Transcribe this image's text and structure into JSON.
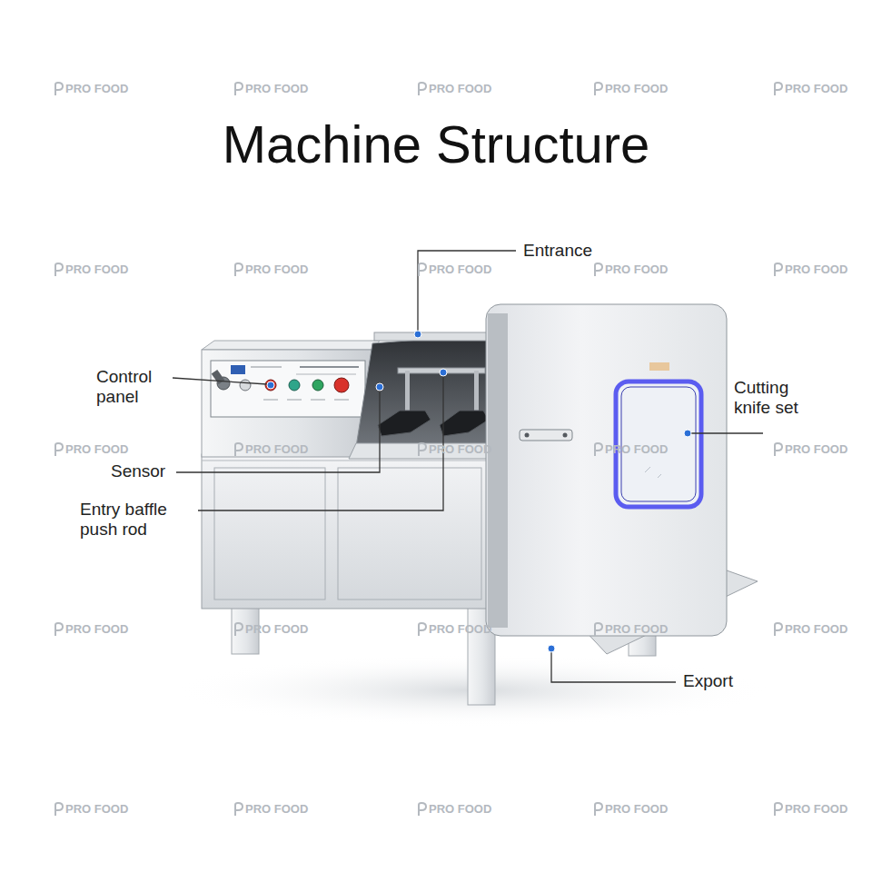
{
  "diagram": {
    "title": "Machine Structure",
    "labels": [
      "Entrance",
      "Control panel",
      "Sensor",
      "Entry baffle push rod",
      "Cutting knife set",
      "Export",
      "PRO FOOD",
      "PRO FOOD",
      "PRO FOOD",
      "PRO FOOD",
      "PRO FOOD",
      "PRO FOOD",
      "PRO FOOD",
      "PRO FOOD",
      "PRO FOOD",
      "PRO FOOD",
      "PRO FOOD",
      "PRO FOOD",
      "PRO FOOD",
      "PRO FOOD",
      "PRO FOOD",
      "PRO FOOD",
      "PRO FOOD",
      "PRO FOOD",
      "PRO FOOD",
      "PRO FOOD",
      "PRO FOOD",
      "PRO FOOD",
      "PRO FOOD",
      "PRO FOOD",
      "PRO FOOD"
    ]
  }
}
